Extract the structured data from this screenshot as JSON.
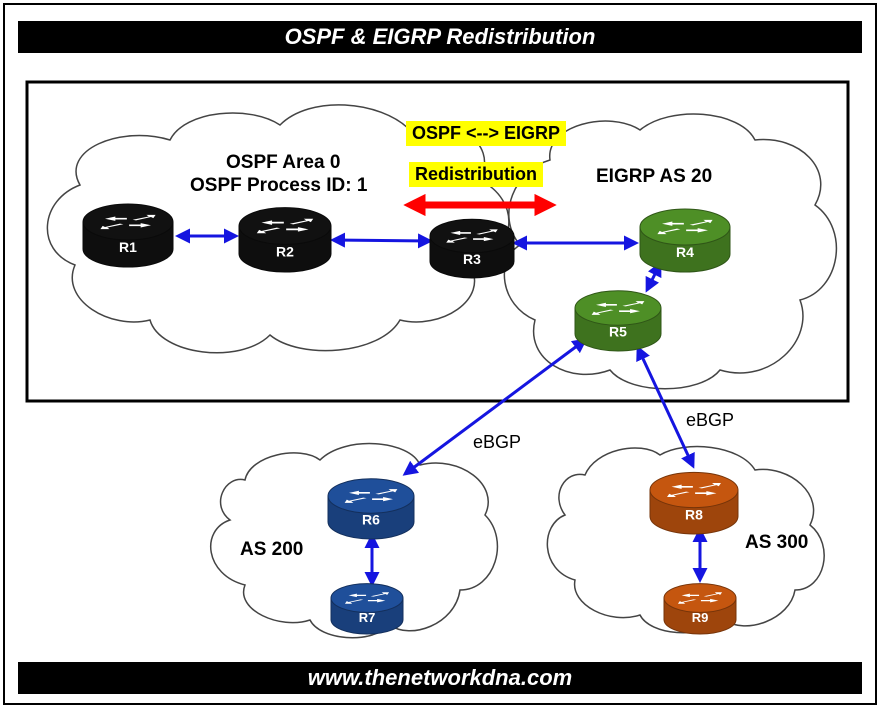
{
  "title": "OSPF & EIGRP Redistribution",
  "footer": "www.thenetworkdna.com",
  "ospf": {
    "area": "OSPF Area 0",
    "process": "OSPF Process ID: 1"
  },
  "eigrp": {
    "label": "EIGRP AS 20"
  },
  "redistribution": {
    "line1": "OSPF <--> EIGRP",
    "line2": "Redistribution"
  },
  "links": {
    "ebgp_left": "eBGP",
    "ebgp_right": "eBGP"
  },
  "as": {
    "left": "AS 200",
    "right": "AS 300"
  },
  "routers": {
    "r1": "R1",
    "r2": "R2",
    "r3": "R3",
    "r4": "R4",
    "r5": "R5",
    "r6": "R6",
    "r7": "R7",
    "r8": "R8",
    "r9": "R9"
  },
  "colors": {
    "ospf_router": "#111111",
    "eigrp_router": "#4e8f26",
    "as200_router": "#1f4f9a",
    "as300_router": "#c5560f",
    "link": "#1515e0",
    "redistribution_arrow": "#ff0000",
    "highlight": "#ffff00"
  }
}
